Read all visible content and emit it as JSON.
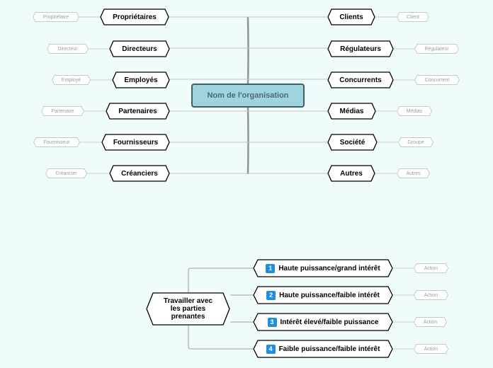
{
  "map": {
    "central_topic": "Nom de l'organisation",
    "left_branches": [
      {
        "label": "Propriétaires",
        "sub": "Propriétaire"
      },
      {
        "label": "Directeurs",
        "sub": "Directeur"
      },
      {
        "label": "Employés",
        "sub": "Employé"
      },
      {
        "label": "Partenaires",
        "sub": "Partenaire"
      },
      {
        "label": "Fournisseurs",
        "sub": "Fournisseur"
      },
      {
        "label": "Créanciers",
        "sub": "Créancier"
      }
    ],
    "right_branches": [
      {
        "label": "Clients",
        "sub": "Client"
      },
      {
        "label": "Régulateurs",
        "sub": "Régulateur"
      },
      {
        "label": "Concurrents",
        "sub": "Concurrent"
      },
      {
        "label": "Médias",
        "sub": "Médias"
      },
      {
        "label": "Société",
        "sub": "Groupe"
      },
      {
        "label": "Autres",
        "sub": "Autres"
      }
    ]
  },
  "plan": {
    "root": "Travailler avec les parties prenantes",
    "items": [
      {
        "number": "1",
        "label": "Haute puissance/grand intérêt",
        "sub": "Action"
      },
      {
        "number": "2",
        "label": "Haute puissance/faible intérêt",
        "sub": "Action"
      },
      {
        "number": "3",
        "label": "Intérêt élevé/faible puissance",
        "sub": "Action"
      },
      {
        "number": "4",
        "label": "Faible puissance/faible intérêt",
        "sub": "Action"
      }
    ]
  },
  "colors": {
    "background": "#f0fcfc",
    "central_fill": "#9fd4df",
    "central_border": "#3f5f6a",
    "number_badge": "#1e8fe0"
  }
}
